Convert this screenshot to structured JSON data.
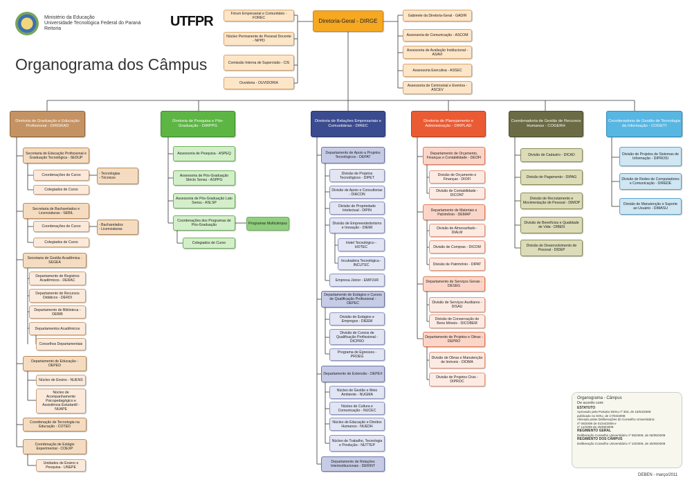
{
  "header": {
    "ministry_line1": "Ministério da Educação",
    "ministry_line2": "Universidade Tecnológica Federal do Paraná",
    "ministry_line3": "Reitoria",
    "logo_text": "UTFPR",
    "title": "Organograma dos Câmpus"
  },
  "top": {
    "dirge": "Diretoria-Geral - DIRGE",
    "left": [
      "Fórum Empresarial e Comunitário - FOREC",
      "Núcleo Permanente de Pessoal Docente - NPPD",
      "Comissão Interna de Supervisão - CIS",
      "Ouvidoria - OUVIDORIA"
    ],
    "right": [
      "Gabinete da Diretoria-Geral - GADIR",
      "Assessoria de Comunicação - ASCOM",
      "Assessoria de Avaliação Institucional - ASAVI",
      "Assessoria Executiva - ASSEC",
      "Assessoria de Cerimonial e Eventos - ASCEV"
    ]
  },
  "columns": {
    "grad": {
      "header": "Diretoria de Graduação e Educação Profissional - DIRGRAD",
      "items": [
        "Secretaria de Educação Profissional e Graduação Tecnológica - SEDUP",
        "Coordenações de Curso",
        "Colegiados de Curso",
        "Secretaria de Bacharelados e Licenciaturas - SEBIL",
        "Coordenações de Curso",
        "Colegiados de Curso",
        "Secretaria de Gestão Acadêmica - SEGEA",
        "Departamento de Registros Acadêmicos - DERAC",
        "Departamento de Recursos Didáticos - DERDI",
        "Departamento de Biblioteca - DEBIB",
        "Departamentos Acadêmicos",
        "Conselhos Departamentais",
        "Departamento de Educação - DEPED",
        "Núcleo de Ensino - NUENS",
        "Núcleo de Acompanhamento Psicopedagógico e Assistência Estudantil - NUAPE",
        "Coordenação de Tecnologia na Educação - COTED",
        "Coordenação de Estágio Experimental - COEXP",
        "Unidades de Ensino e Pesquisa - UNEPE"
      ],
      "notes": [
        "- Tecnologias",
        "- Técnicos",
        "- Bacharelados",
        "- Licenciaturas"
      ]
    },
    "pesq": {
      "header": "Diretoria de Pesquisa e Pós-Graduação - DIRPPG",
      "items": [
        "Assessoria de Pesquisa - ASPEQ",
        "Assessoria de Pós-Graduação Stricto Sensu - ASPPG",
        "Assessoria de Pós-Graduação Lato Sensu - ASLSP",
        "Coordenações dos Programas de Pós-Graduação",
        "Colegiados de Curso"
      ],
      "note": "Programas Multicâmpus"
    },
    "rel": {
      "header": "Diretoria de Relações Empresariais e Comunitárias - DIREC",
      "items": [
        "Departamento de Apoio a Projetos Tecnológicos - DEPAT",
        "Divisão de Projetos Tecnológicos - DIPET",
        "Divisão de Apoio e Consultorias - DIACON",
        "Divisão de Propriedade Intelectual - DIPIN",
        "Divisão de Empreendedorismo e Inovação - DIEMI",
        "Hotel Tecnológico - HOTEC",
        "Incubadora Tecnológica - INCUTEC",
        "Empresa Júnior - EMPJUR",
        "Departamento de Estágios e Cursos de Qualificação Profissional - DEPEC",
        "Divisão de Estágios e Empregos - DIEEM",
        "Divisão de Cursos de Qualificação Profissional - DICPRO",
        "Programa de Egressos - PROEG",
        "Departamento de Extensão - DEPEX",
        "Núcleo de Gestão e Meio Ambiente - NUGMA",
        "Núcleo de Cultura e Comunicação - NUCEC",
        "Núcleo de Educação e Direitos Humanos - NUEDH",
        "Núcleo de Trabalho, Tecnologia e Produção - NUTTEP",
        "Departamento de Relações Interinstitucionais - DERINT"
      ]
    },
    "plan": {
      "header": "Diretoria de Planejamento e Administração - DIRPLAD",
      "items": [
        "Departamento de Orçamento, Finanças e Contabilidade - DEOFI",
        "Divisão de Orçamento e Finanças - DIOFI",
        "Divisão de Contabilidade - DICONT",
        "Departamento de Materiais e Patrimônio - DEMAP",
        "Divisão de Almoxarifado - DIALM",
        "Divisão de Compras - DICOM",
        "Divisão de Patrimônio - DIPAT",
        "Departamento de Serviços Gerais - DESEG",
        "Divisão de Serviços Auxiliares - DISAU",
        "Divisão de Conservação de Bens Móveis - DICOBEM",
        "Departamento de Projetos e Obras - DEPRO",
        "Divisão de Obras e Manutenção de Imóveis - DIOMA",
        "Divisão de Projetos Civis - DIPROC"
      ]
    },
    "rh": {
      "header": "Coordenadoria de Gestão de Recursos Humanos - COGERH",
      "items": [
        "Divisão de Cadastro - DICAD",
        "Divisão de Pagamento - DIPAG",
        "Divisão de Recrutamento e Movimentação de Pessoal - DIMOP",
        "Divisão de Benefícios e Qualidade de Vida - DIBEN",
        "Divisão de Desenvolvimento de Pessoal - DIDEP"
      ]
    },
    "ti": {
      "header": "Coordenadoria de Gestão de Tecnologia da Informação - COGETI",
      "items": [
        "Divisão de Projetos de Sistemas de Informação - DIPROSI",
        "Divisão de Redes de Computadores e Comunicação - DIREDE",
        "Divisão de Manutenção e Suporte ao Usuário - DIMASU"
      ]
    }
  },
  "legend": {
    "title": "Organograma - Câmpus",
    "line1": "De acordo com:",
    "estatuto": "ESTATUTO",
    "est1": "Aprovado pela Portaria SESu nº 303, de 16/04/2008",
    "est2": "publicado no DOU, de 17/04/2008",
    "est3": "Alterado pelas Deliberações do Conselho Universitário:",
    "est4": "nº 06/2009 de 01/04/2009 e",
    "est5": "nº 11/2009 de 25/09/2009",
    "regimento": "REGIMENTO GERAL",
    "reg1": "Deliberação Conselho Universitário nº 05/2009, de 06/05/2009",
    "regcampus": "REGIMENTO DOS CÂMPUS",
    "reg2": "Deliberação Conselho Universitário nº 10/2009, de 25/09/2009"
  },
  "footer": "DEBEN - março/2011",
  "colors": {
    "dirge": "#f6a821",
    "grad": "#c59363",
    "pesq": "#5db544",
    "rel": "#3b4b8f",
    "plan": "#ea5b33",
    "rh": "#6b6b45",
    "ti": "#58b6e3"
  }
}
